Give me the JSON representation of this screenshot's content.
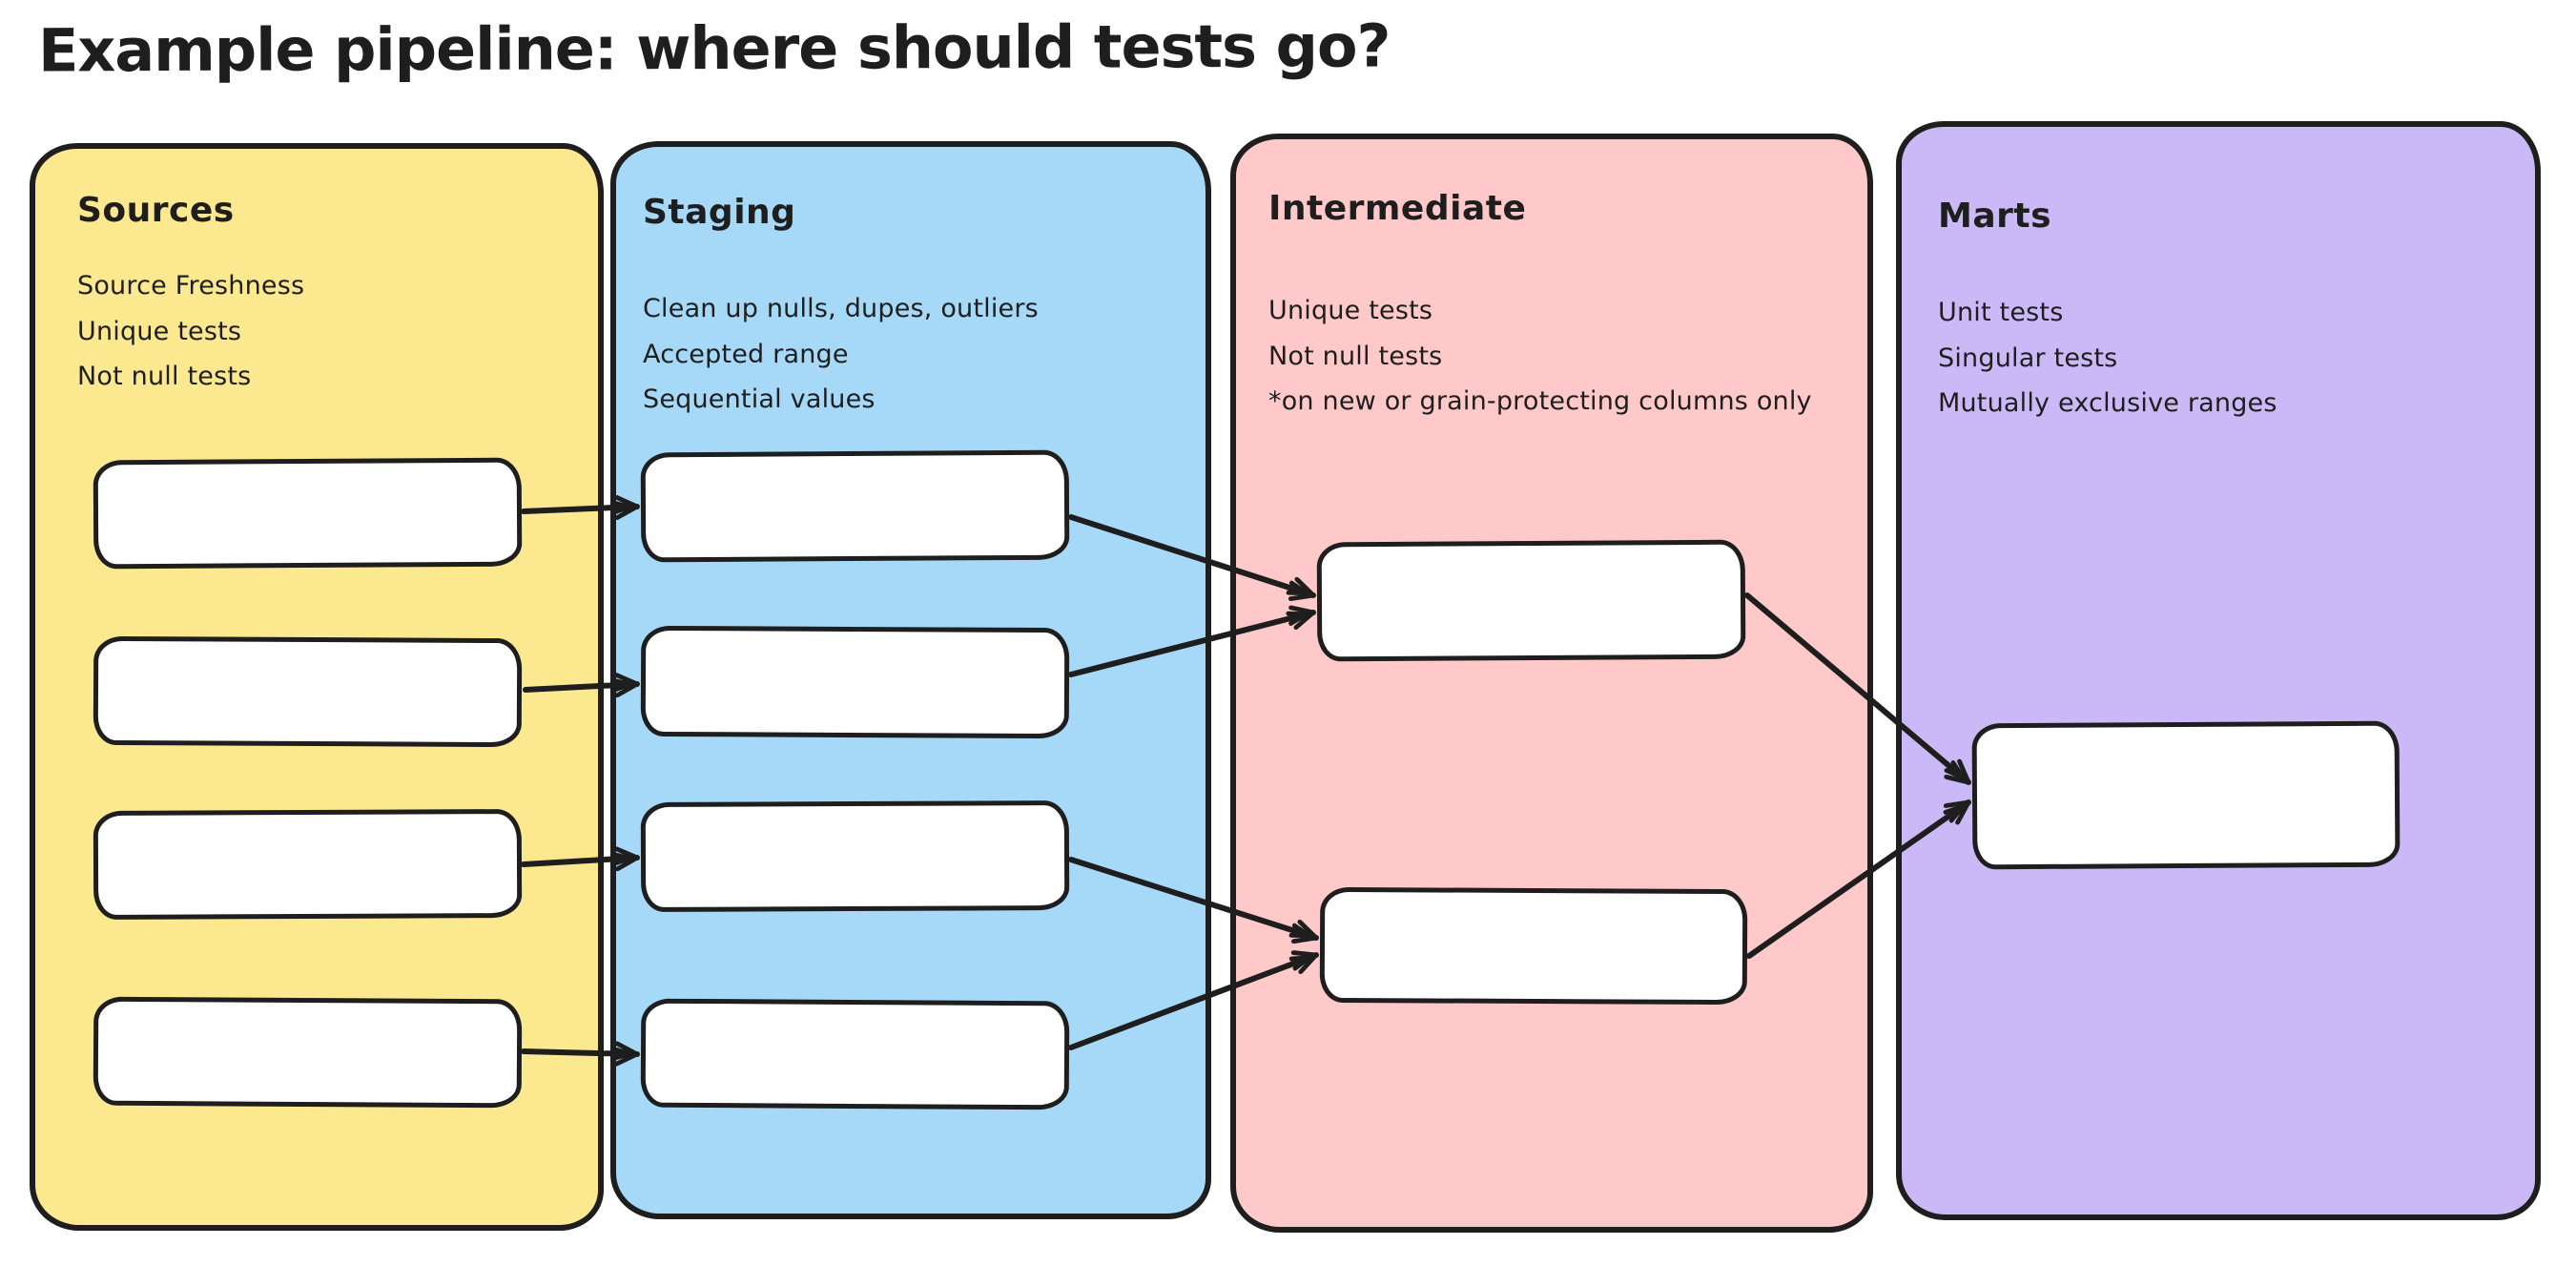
{
  "title": "Example pipeline: where should tests go?",
  "colors": {
    "ink": "#1e1e1e",
    "node_fill": "#ffffff",
    "canvas": "#ffffff",
    "sources": "#fce98f",
    "staging": "#a6d9f8",
    "intermediate": "#ffc9c9",
    "marts": "#cbb9f7"
  },
  "panels": [
    {
      "id": "sources",
      "label": "Sources",
      "color": "#fce98f",
      "notes": [
        "Source Freshness",
        "Unique tests",
        "Not null tests"
      ],
      "nodes": [
        "src-1",
        "src-2",
        "src-3",
        "src-4"
      ]
    },
    {
      "id": "staging",
      "label": "Staging",
      "color": "#a6d9f8",
      "notes": [
        "Clean up nulls, dupes, outliers",
        "Accepted range",
        "Sequential values"
      ],
      "nodes": [
        "stg-1",
        "stg-2",
        "stg-3",
        "stg-4"
      ]
    },
    {
      "id": "intermediate",
      "label": "Intermediate",
      "color": "#ffc9c9",
      "notes": [
        "Unique tests",
        "Not null tests",
        "*on new or grain-protecting columns only"
      ],
      "nodes": [
        "int-1",
        "int-2"
      ]
    },
    {
      "id": "marts",
      "label": "Marts",
      "color": "#cbb9f7",
      "notes": [
        "Unit tests",
        "Singular tests",
        "Mutually exclusive ranges"
      ],
      "nodes": [
        "mart-1"
      ]
    }
  ],
  "edges": [
    {
      "from": "src-1",
      "to": "stg-1"
    },
    {
      "from": "src-2",
      "to": "stg-2"
    },
    {
      "from": "src-3",
      "to": "stg-3"
    },
    {
      "from": "src-4",
      "to": "stg-4"
    },
    {
      "from": "stg-1",
      "to": "int-1"
    },
    {
      "from": "stg-2",
      "to": "int-1"
    },
    {
      "from": "stg-3",
      "to": "int-2"
    },
    {
      "from": "stg-4",
      "to": "int-2"
    },
    {
      "from": "int-1",
      "to": "mart-1"
    },
    {
      "from": "int-2",
      "to": "mart-1"
    }
  ]
}
